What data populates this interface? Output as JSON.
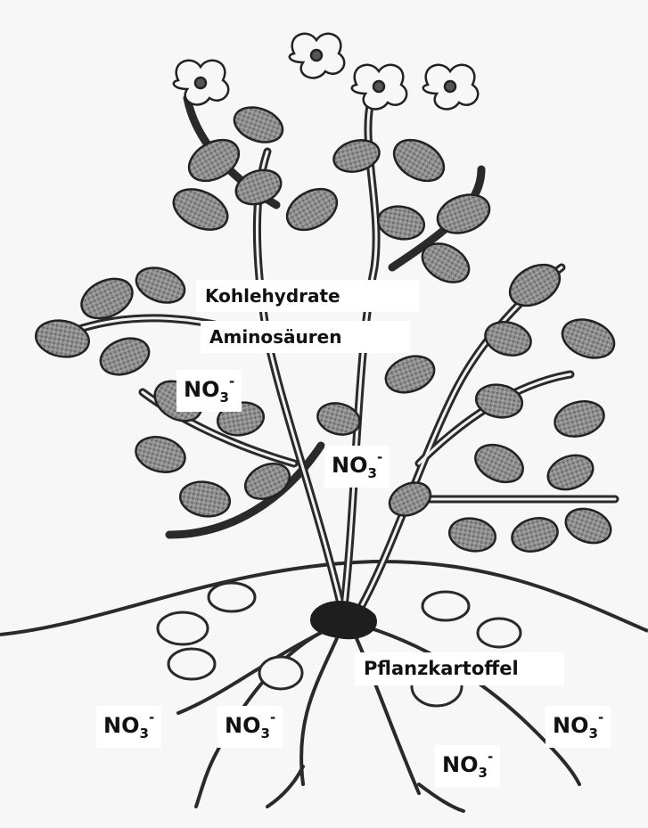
{
  "labels": {
    "carbohydrates": "Kohlehydrate",
    "amino_acids": "Aminosäuren",
    "seed_potato": "Pflanzkartoffel",
    "nitrate": {
      "base": "NO",
      "sub": "3",
      "sup": "-"
    }
  },
  "colors": {
    "background": "#f7f7f7",
    "line": "#2a2a2a",
    "leaf_fill": "#8a8a8a",
    "label_bg": "#ffffff"
  }
}
